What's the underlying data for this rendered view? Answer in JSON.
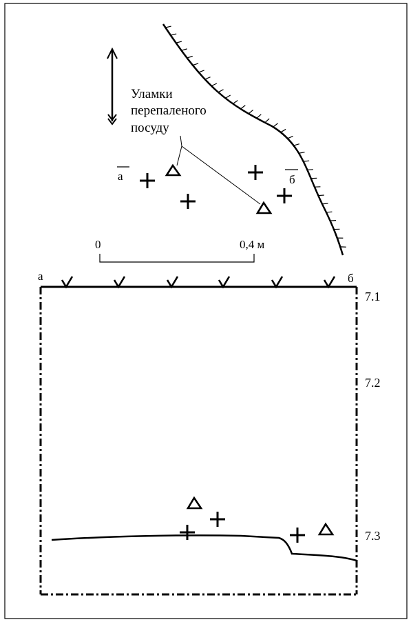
{
  "note": {
    "lines": [
      "Уламки",
      "перепаленого",
      "посуду"
    ]
  },
  "plan": {
    "section_start_label": "а",
    "section_end_label": "б"
  },
  "scale_bar": {
    "start_label": "0",
    "end_label": "0,4 м"
  },
  "profile": {
    "left_label": "а",
    "right_label": "б",
    "depths": [
      "7.1",
      "7.2",
      "7.3"
    ]
  },
  "legend_symbols": {
    "fragment": "triangle-icon",
    "find": "cross-icon"
  }
}
